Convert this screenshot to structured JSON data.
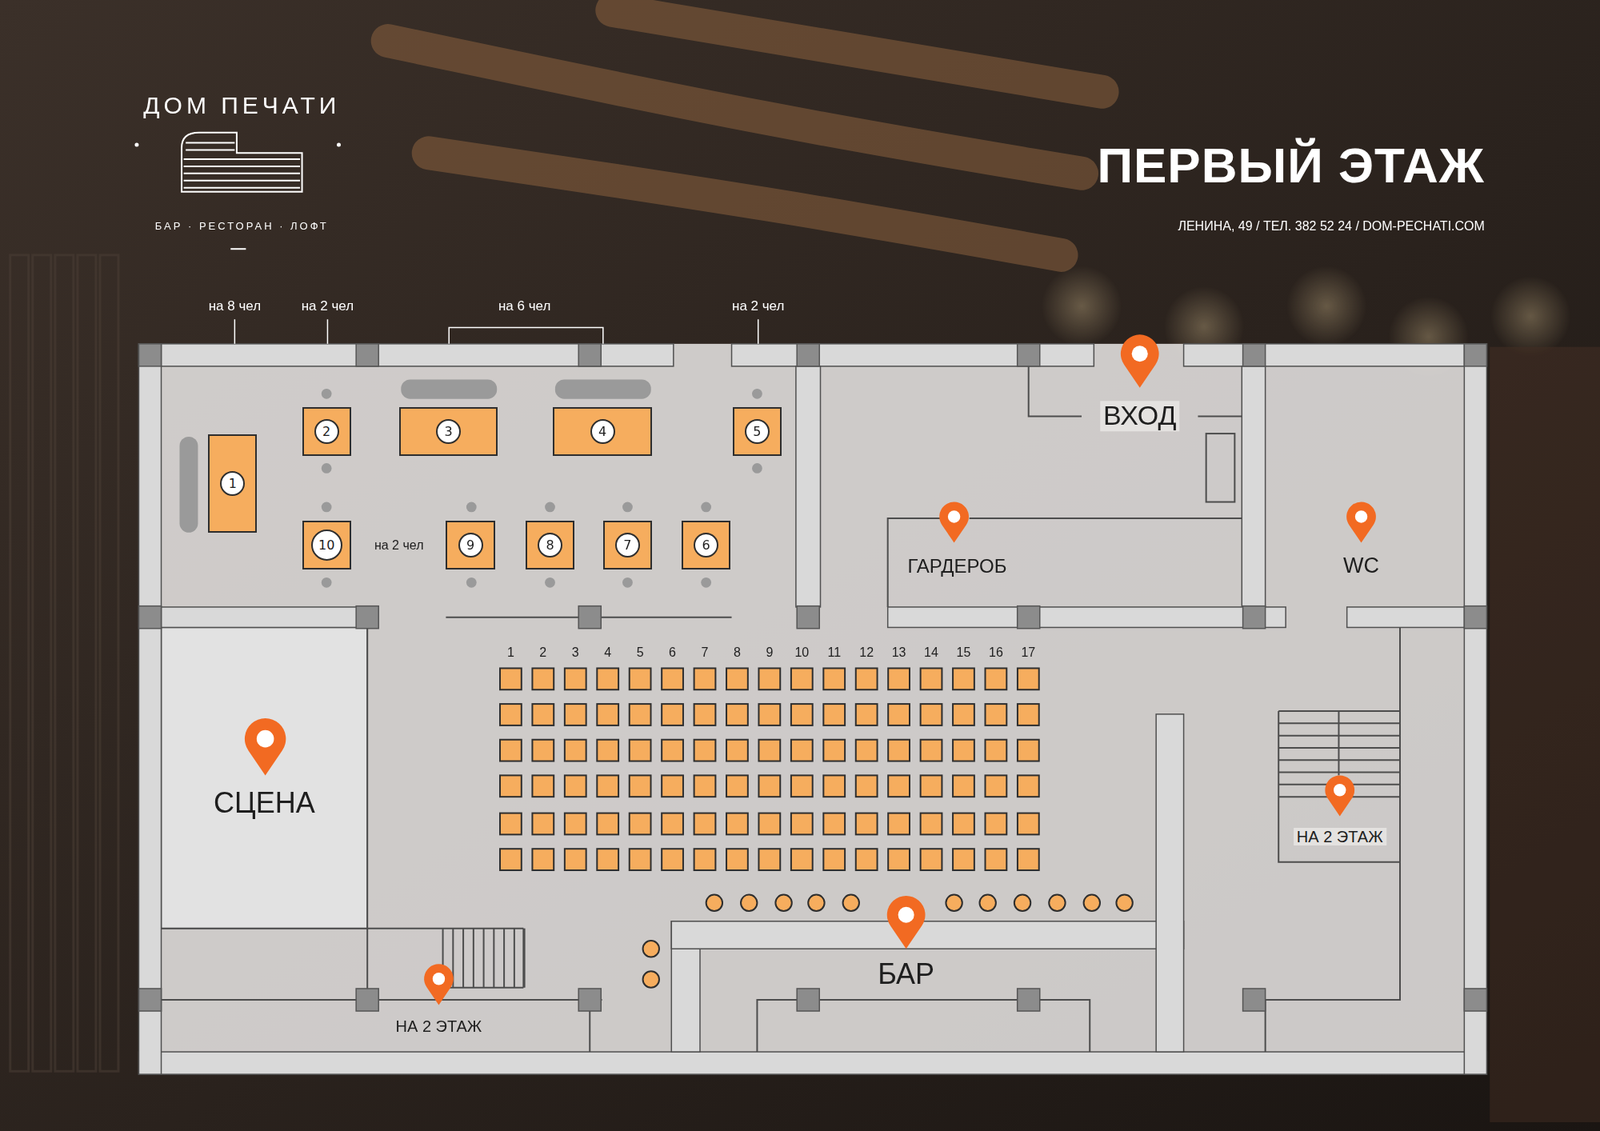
{
  "diagram": {
    "title": "ПЕРВЫЙ ЭТАЖ",
    "nodes": [
      {
        "text": [
          "1"
        ]
      },
      {
        "text": [
          "2"
        ]
      },
      {
        "text": [
          "3"
        ]
      },
      {
        "text": [
          "4"
        ]
      },
      {
        "text": [
          "5"
        ]
      },
      {
        "text": [
          "10"
        ]
      },
      {
        "text": [
          "9"
        ]
      },
      {
        "text": [
          "8"
        ]
      },
      {
        "text": [
          "7"
        ]
      },
      {
        "text": [
          "6"
        ]
      },
      {
        "text": [
          "СЦЕНА"
        ]
      }
    ],
    "labels": [
      "ДОМ ПЕЧАТИ",
      "БАР · РЕСТОРАН · ЛОФТ",
      "ЛЕНИНА, 49 / ТЕЛ. 382 52 24 / DOM-PECHATI.COM",
      "на 8 чел",
      "на 2 чел",
      "на 6 чел",
      "на 2 чел",
      "ВХОД",
      "на 2 чел",
      "ГАРДЕРОБ",
      "WC",
      "1",
      "2",
      "3",
      "4",
      "5",
      "6",
      "7",
      "8",
      "9",
      "10",
      "11",
      "12",
      "13",
      "14",
      "15",
      "16",
      "17",
      "НА 2 ЭТАЖ",
      "БАР",
      "НА 2 ЭТАЖ"
    ]
  }
}
